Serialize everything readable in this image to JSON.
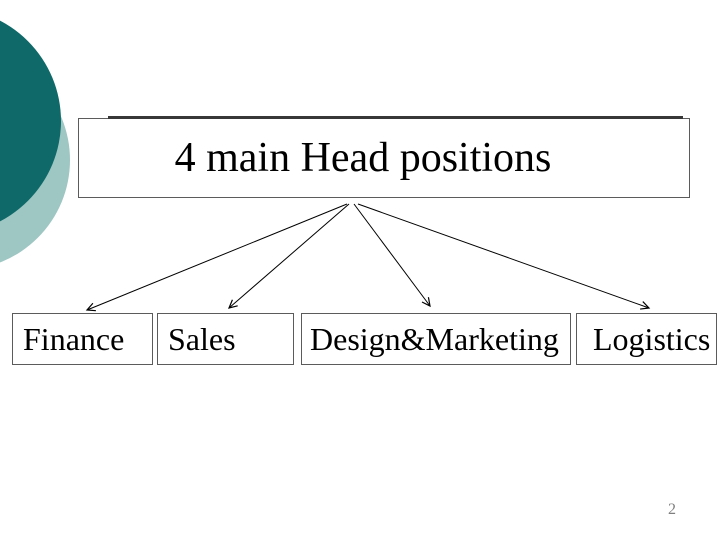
{
  "slide": {
    "title_box": {
      "text": "4 main Head positions"
    },
    "positions": [
      {
        "label": "Finance"
      },
      {
        "label": "Sales"
      },
      {
        "label": "Design&Marketing"
      },
      {
        "label": "Logistics"
      }
    ],
    "page_number": "2",
    "colors": {
      "circle_dark_teal": "#0E6968",
      "circle_light_teal": "#9EC6C3",
      "box_border": "#5B5B5B",
      "title_accent_line": "#383838",
      "arrow": "#000000",
      "page_number_text": "#7F7F7F"
    }
  }
}
